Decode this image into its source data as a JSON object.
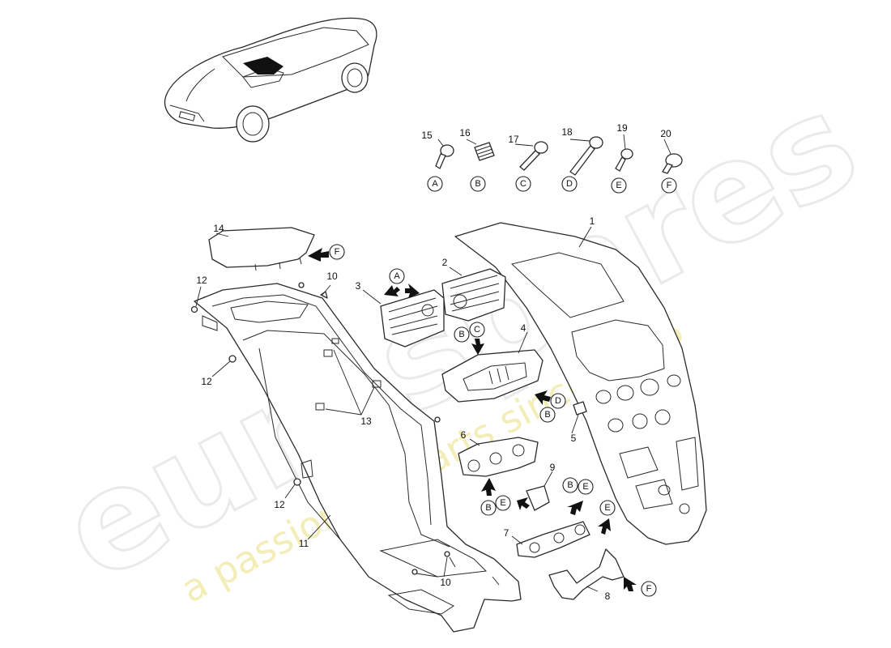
{
  "watermark": {
    "brand": "eurospares",
    "tagline": "a passion for parts since 1985",
    "colors": {
      "brand_outline": "#d9d9d9",
      "tagline": "#efe69a"
    }
  },
  "parts": [
    {
      "id": "p1",
      "label": "1"
    },
    {
      "id": "p2",
      "label": "2"
    },
    {
      "id": "p3",
      "label": "3"
    },
    {
      "id": "p4",
      "label": "4"
    },
    {
      "id": "p5",
      "label": "5"
    },
    {
      "id": "p6",
      "label": "6"
    },
    {
      "id": "p7",
      "label": "7"
    },
    {
      "id": "p8",
      "label": "8"
    },
    {
      "id": "p9",
      "label": "9"
    },
    {
      "id": "p10a",
      "label": "10"
    },
    {
      "id": "p10b",
      "label": "10"
    },
    {
      "id": "p11",
      "label": "11"
    },
    {
      "id": "p12a",
      "label": "12"
    },
    {
      "id": "p12b",
      "label": "12"
    },
    {
      "id": "p12c",
      "label": "12"
    },
    {
      "id": "p13",
      "label": "13"
    },
    {
      "id": "p14",
      "label": "14"
    },
    {
      "id": "p15",
      "label": "15"
    },
    {
      "id": "p16",
      "label": "16"
    },
    {
      "id": "p17",
      "label": "17"
    },
    {
      "id": "p18",
      "label": "18"
    },
    {
      "id": "p19",
      "label": "19"
    },
    {
      "id": "p20",
      "label": "20"
    }
  ],
  "fastener_refs": {
    "r15": "A",
    "r16": "B",
    "r17": "C",
    "r18": "D",
    "r19": "E",
    "r20": "F",
    "r14F": "F",
    "r3A": "A",
    "r4B": "B",
    "r4C": "C",
    "r4D": "D",
    "r4B2": "B",
    "r6B": "B",
    "r6E": "E",
    "r9B": "B",
    "r9E": "E",
    "r8E": "E",
    "r8F": "F"
  }
}
